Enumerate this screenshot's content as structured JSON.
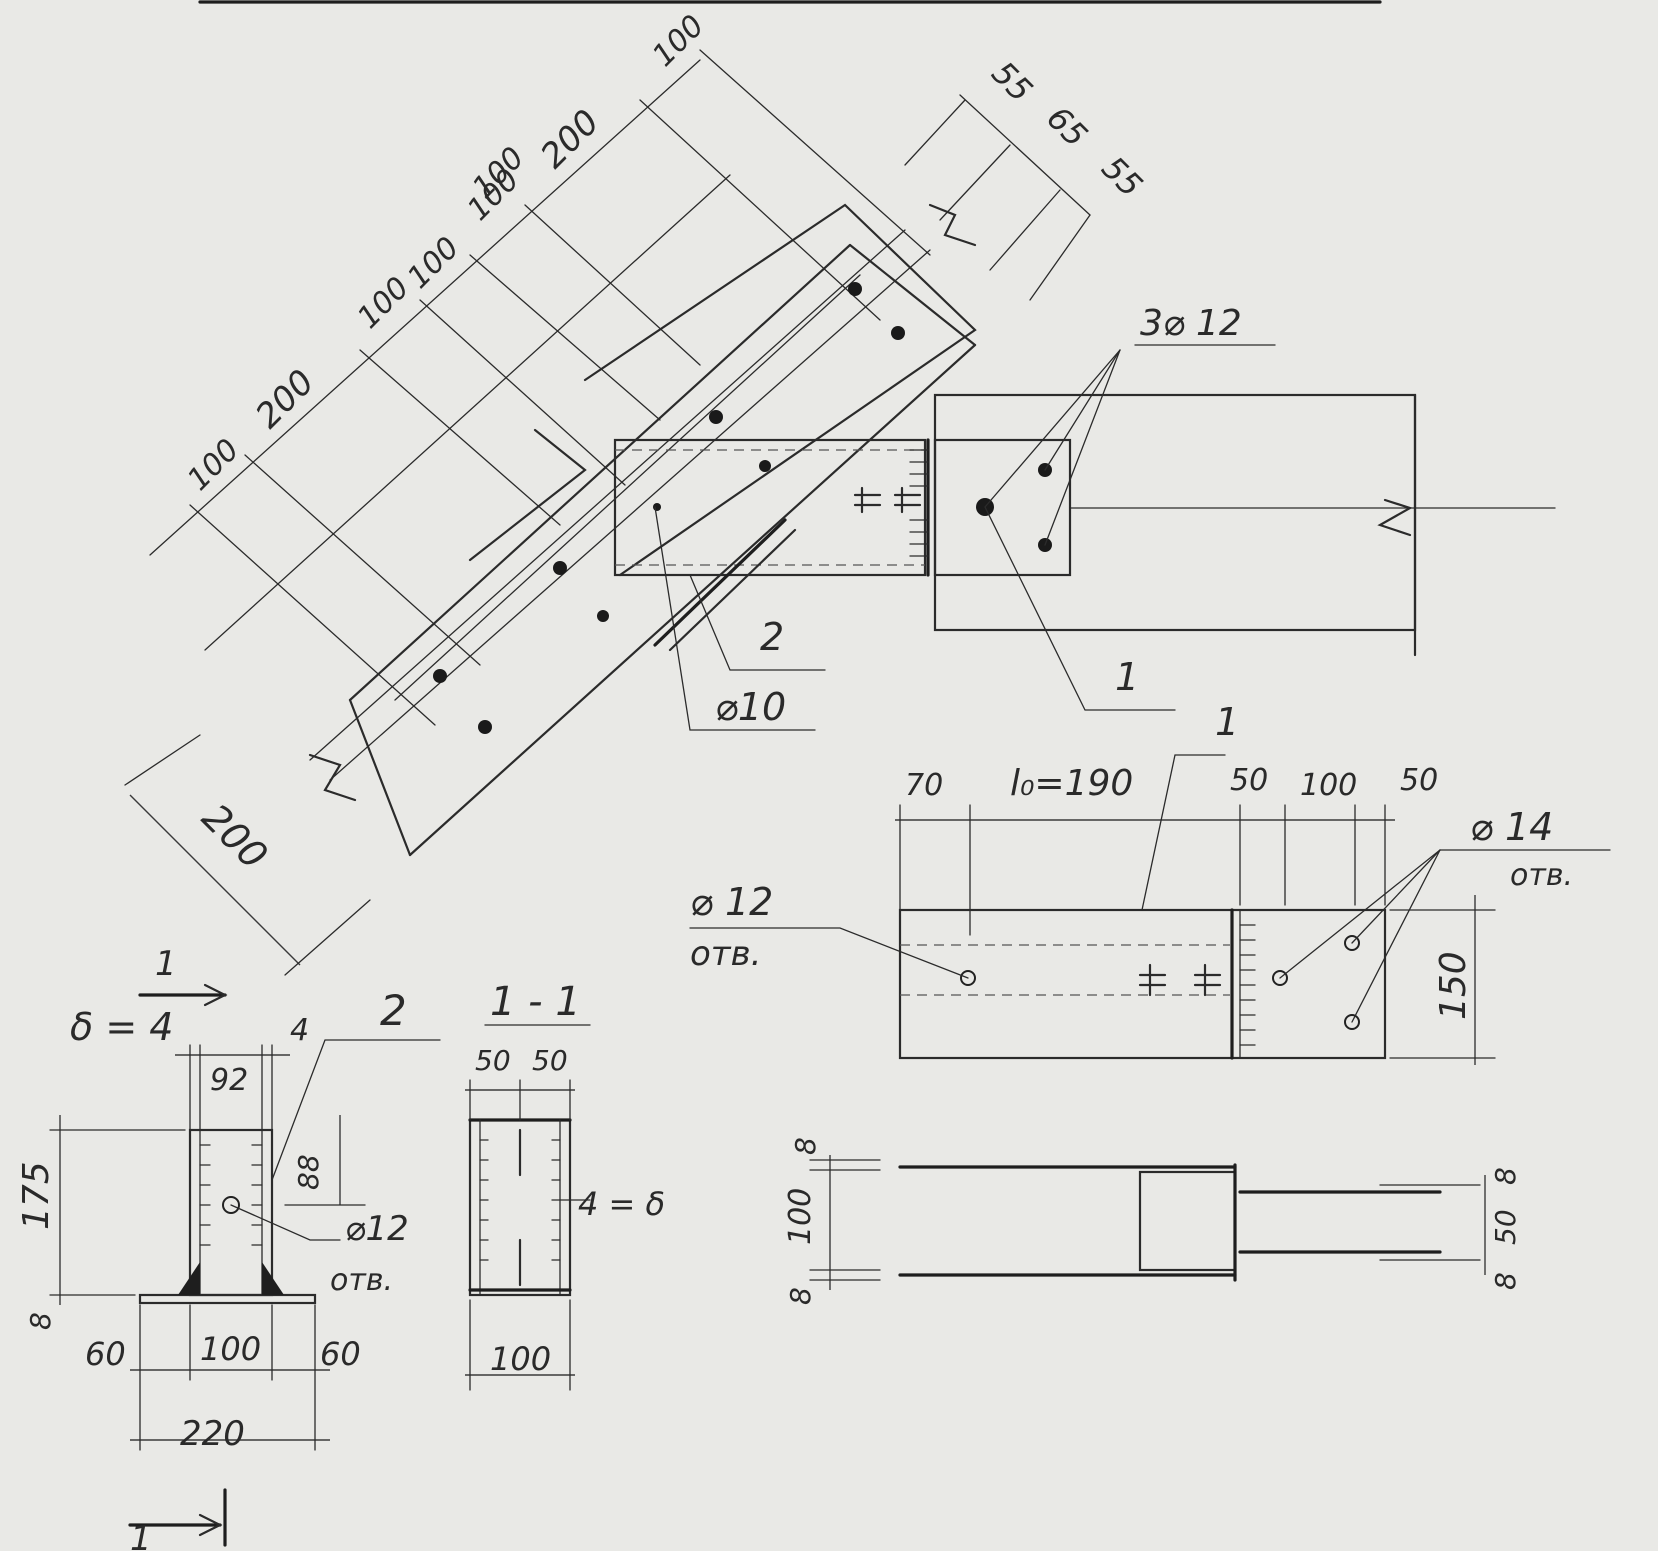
{
  "header": {
    "rule": ""
  },
  "truss": {
    "dims_top": [
      "100",
      "200",
      "100",
      "100",
      "100",
      "100",
      "200",
      "100"
    ],
    "dims_end": [
      "55",
      "65",
      "55"
    ],
    "dim_bottom": "200",
    "callout_bolts": "3⌀ 12",
    "callout_pos1": "1",
    "callout_pos2": "2",
    "callout_phi10": "⌀10"
  },
  "plate": {
    "pos": "1",
    "dims": [
      "70",
      "l₀=190",
      "50",
      "100",
      "50"
    ],
    "dim_height": "150",
    "hole12_line1": "⌀ 12",
    "hole12_line2": "отв.",
    "hole14_line1": "⌀ 14",
    "hole14_line2": "отв."
  },
  "plan": {
    "dims_left": [
      "8",
      "100",
      "8"
    ],
    "dims_right": [
      "8",
      "50",
      "8"
    ]
  },
  "column": {
    "section_mark_top": "1",
    "section_mark_bottom": "1",
    "thickness": "δ = 4",
    "dim_right_thickness": "4",
    "dim_inner": "92",
    "pos2": "2",
    "dim_height": "175",
    "dim_base": "8",
    "dim_88": "88",
    "hole_line1": "⌀12",
    "hole_line2": "отв.",
    "dims_bottom": [
      "60",
      "100",
      "60"
    ],
    "dim_total": "220"
  },
  "section": {
    "title": "1 - 1",
    "dims_top": [
      "50",
      "50"
    ],
    "wall": "4 = δ",
    "dim_bottom": "100"
  }
}
